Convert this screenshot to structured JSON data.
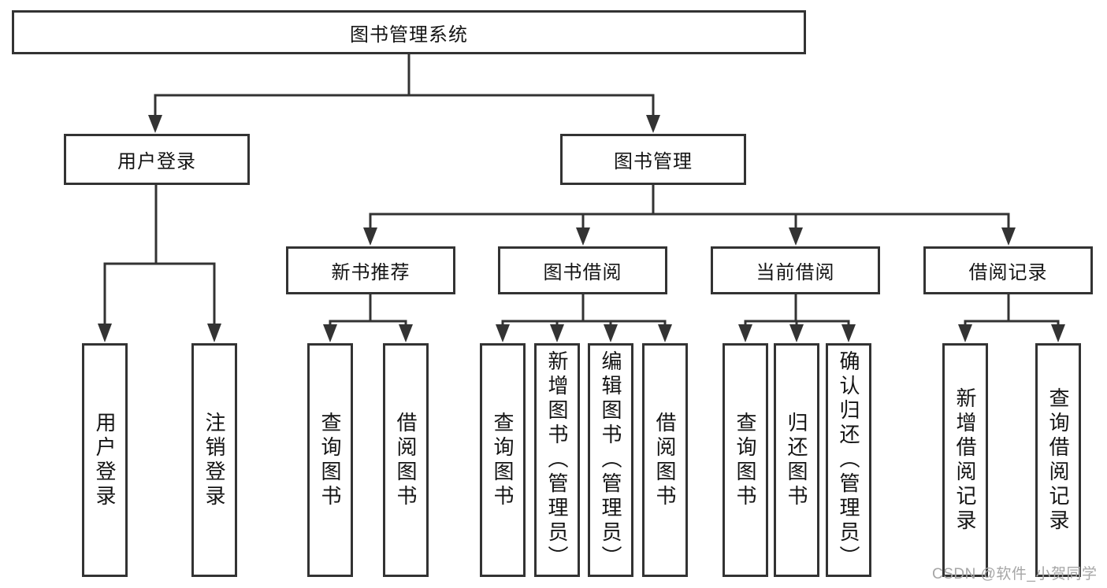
{
  "diagram": {
    "type": "tree",
    "root": {
      "label": "图书管理系统",
      "children": [
        {
          "label": "用户登录",
          "children": [
            {
              "label": "用户登录"
            },
            {
              "label": "注销登录"
            }
          ]
        },
        {
          "label": "图书管理",
          "children": [
            {
              "label": "新书推荐",
              "children": [
                {
                  "label": "查询图书"
                },
                {
                  "label": "借阅图书"
                }
              ]
            },
            {
              "label": "图书借阅",
              "children": [
                {
                  "label": "查询图书"
                },
                {
                  "label": "新增图书（管理员）"
                },
                {
                  "label": "编辑图书（管理员）"
                },
                {
                  "label": "借阅图书"
                }
              ]
            },
            {
              "label": "当前借阅",
              "children": [
                {
                  "label": "查询图书"
                },
                {
                  "label": "归还图书"
                },
                {
                  "label": "确认归还（管理员）"
                }
              ]
            },
            {
              "label": "借阅记录",
              "children": [
                {
                  "label": "新增借阅记录"
                },
                {
                  "label": "查询借阅记录"
                }
              ]
            }
          ]
        }
      ]
    }
  },
  "watermark": {
    "text": "CSDN @软件_小贺同学"
  },
  "colors": {
    "line": "#333333",
    "box_border": "#333333",
    "text": "#141414",
    "watermark": "#a6a6a6",
    "background": "#ffffff"
  }
}
